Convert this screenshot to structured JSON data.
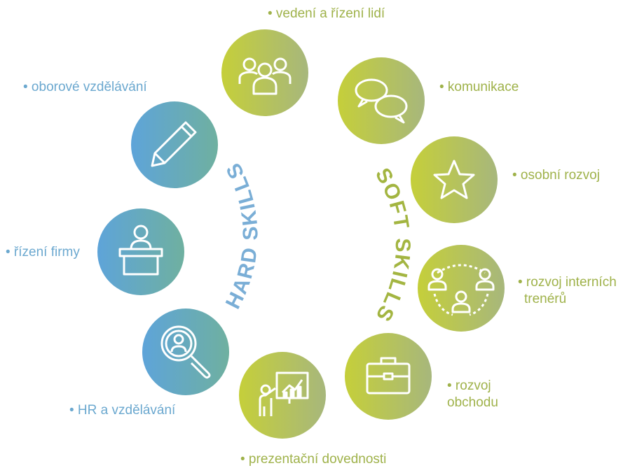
{
  "colors": {
    "hard_gradient": [
      "#5ea4d9",
      "#6fb0a0"
    ],
    "soft_gradient": [
      "#c5cf3a",
      "#a7b77c"
    ],
    "hard_text": "#6ba8cf",
    "soft_text": "#9fb24a",
    "hard_arc_text": "#7aaed6",
    "soft_arc_text": "#a3b541"
  },
  "arc_labels": {
    "hard": "HARD SKILLS",
    "soft": "SOFT SKILLS"
  },
  "items": [
    {
      "id": "vedeni",
      "group": "soft",
      "icon": "people-group-icon",
      "label_lines": [
        "• vedení a řízení lidí"
      ]
    },
    {
      "id": "komunikace",
      "group": "soft",
      "icon": "speech-bubbles-icon",
      "label_lines": [
        "• komunikace"
      ]
    },
    {
      "id": "osobni",
      "group": "soft",
      "icon": "star-icon",
      "label_lines": [
        "• osobní rozvoj"
      ]
    },
    {
      "id": "treneri",
      "group": "soft",
      "icon": "network-people-icon",
      "label_lines": [
        "• rozvoj interních",
        "trenérů"
      ]
    },
    {
      "id": "obchod",
      "group": "soft",
      "icon": "briefcase-icon",
      "label_lines": [
        "• rozvoj",
        "obchodu"
      ]
    },
    {
      "id": "prezentacni",
      "group": "soft",
      "icon": "presentation-icon",
      "label_lines": [
        "• prezentační dovednosti"
      ]
    },
    {
      "id": "oborove",
      "group": "hard",
      "icon": "pencil-icon",
      "label_lines": [
        "• oborové vzdělávání"
      ]
    },
    {
      "id": "rizeni",
      "group": "hard",
      "icon": "speaker-podium-icon",
      "label_lines": [
        "• řízení firmy"
      ]
    },
    {
      "id": "hr",
      "group": "hard",
      "icon": "magnifier-person-icon",
      "label_lines": [
        "• HR a vzdělávání"
      ]
    }
  ]
}
